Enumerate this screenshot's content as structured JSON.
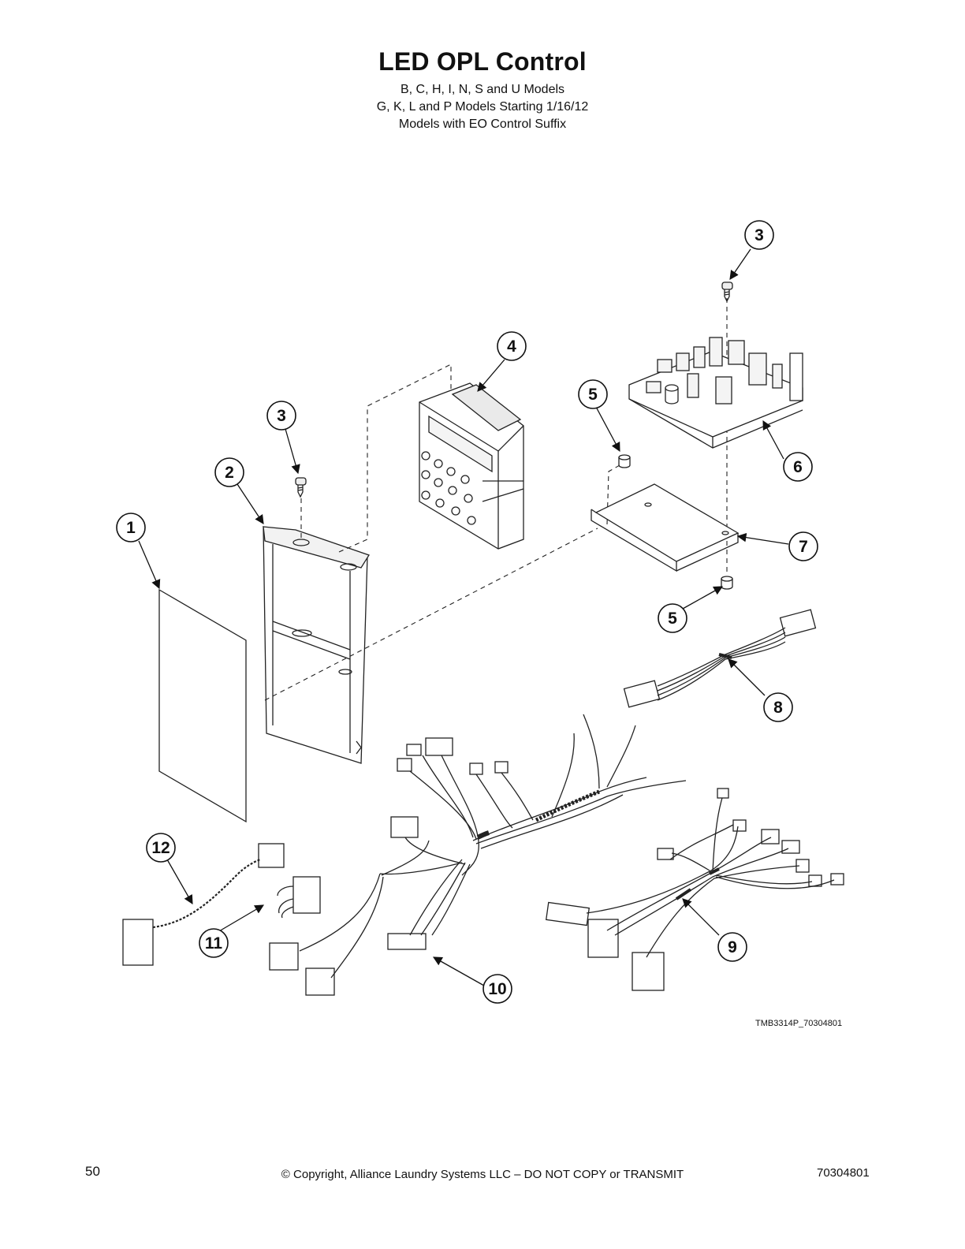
{
  "header": {
    "title": "LED OPL Control",
    "subtitle_lines": [
      "B, C, H, I, N, S and U Models",
      "G, K, L and P Models Starting 1/16/12",
      "Models with EO Control Suffix"
    ]
  },
  "callouts": [
    "1",
    "2",
    "3",
    "3",
    "4",
    "5",
    "5",
    "6",
    "7",
    "8",
    "9",
    "10",
    "11",
    "12"
  ],
  "drawing_ref": "TMB3314P_70304801",
  "footer": {
    "page_number": "50",
    "copyright": "© Copyright, Alliance Laundry Systems LLC – DO NOT COPY or TRANSMIT",
    "doc_number": "70304801"
  }
}
